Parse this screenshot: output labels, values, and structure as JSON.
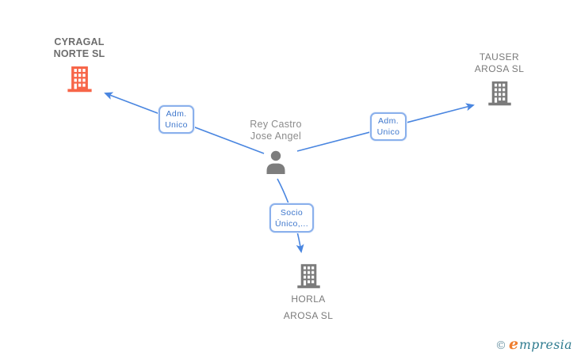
{
  "diagram": {
    "person": {
      "name_line1": "Rey Castro",
      "name_line2": "Jose Angel"
    },
    "companies": {
      "cyragal": {
        "name_line1": "CYRAGAL",
        "name_line2": "NORTE SL",
        "highlighted": true
      },
      "tauser": {
        "name_line1": "TAUSER",
        "name_line2": "AROSA SL",
        "highlighted": false
      },
      "horla": {
        "name_line1": "HORLA",
        "name_line2": "AROSA SL",
        "highlighted": false
      }
    },
    "edges": {
      "left": {
        "label_line1": "Adm.",
        "label_line2": "Unico"
      },
      "right": {
        "label_line1": "Adm.",
        "label_line2": "Unico"
      },
      "down": {
        "label_line1": "Socio",
        "label_line2": "Único,..."
      }
    }
  },
  "footer": {
    "copyright_symbol": "©",
    "brand_initial": "e",
    "brand_rest": "mpresia"
  },
  "colors": {
    "arrow_blue": "#4a86e0",
    "label_border_blue": "#8ab0ec",
    "label_text_blue": "#3d76cc",
    "building_orange": "#f76548",
    "building_gray": "#7b7b7b",
    "person_gray": "#7d7d7d",
    "company_text_gray": "#7a7a7a",
    "logo_teal": "#2e7b8f",
    "logo_orange": "#ef7d2e"
  }
}
